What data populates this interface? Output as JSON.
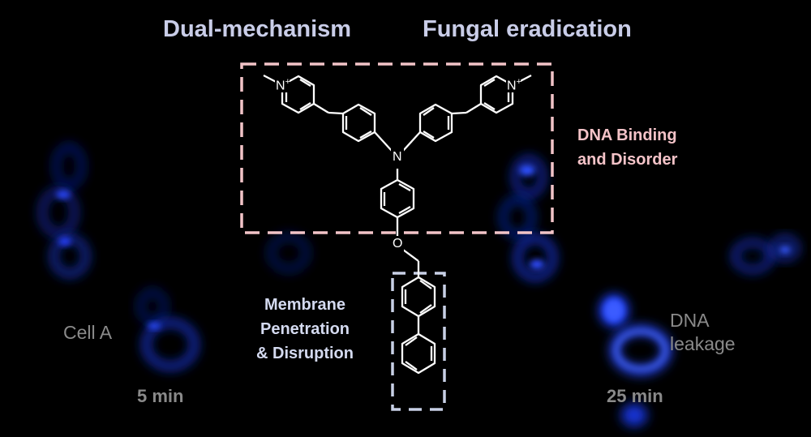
{
  "titles": {
    "left": "Dual-mechanism",
    "right": "Fungal eradication"
  },
  "dna_box_label": [
    "DNA Binding",
    "and Disorder"
  ],
  "membrane_label": [
    "Membrane",
    "Penetration",
    "& Disruption"
  ],
  "cell_label": "Cell A",
  "dna_leak_label": [
    "DNA",
    "leakage"
  ],
  "time_left": "5 min",
  "time_right": "25 min",
  "atoms": {
    "nitrogen": "N",
    "nitrogen_cation": "N",
    "charge": "+",
    "oxygen": "O"
  },
  "colors": {
    "background": "#000000",
    "title": "#c9cde8",
    "dna_box": "#f2c4c8",
    "membrane_box": "#c8d0e6",
    "cell_fluorescence": "#1a3cff",
    "muted_text": "#8a8a8a"
  }
}
